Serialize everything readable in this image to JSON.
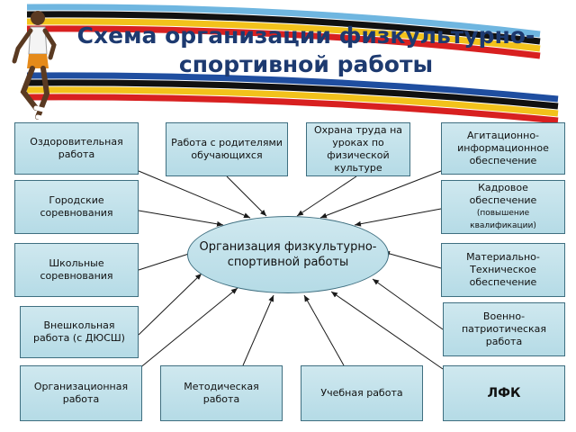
{
  "title": "Схема организации физкультурно-спортивной работы",
  "center_node": "Организация физкультурно-спортивной работы",
  "nodes": {
    "health": "Оздоровительная работа",
    "parents": "Работа с родителями обучающихся",
    "safety": "Охрана труда на уроках по физической культуре",
    "agitation": "Агитационно-информационное обеспечение",
    "city": "Городские соревнования",
    "staff_main": "Кадровое обеспечение",
    "staff_note": "(повышение квалификации)",
    "school": "Школьные соревнования",
    "material": "Материально-Техническое обеспечение",
    "extracurricular": "Внешкольная работа (с ДЮСШ)",
    "military": "Военно-патриотическая работа",
    "organizational": "Организационная работа",
    "methodical": "Методическая работа",
    "educational": "Учебная работа",
    "lfk": "ЛФК"
  },
  "colors": {
    "title": "#1d3a70",
    "box_fill": "#c4e3ec",
    "box_border": "#3f6f80",
    "arrow": "#1a1a1a"
  },
  "icons": [
    "runner-illustration",
    "decorative-stripes"
  ]
}
